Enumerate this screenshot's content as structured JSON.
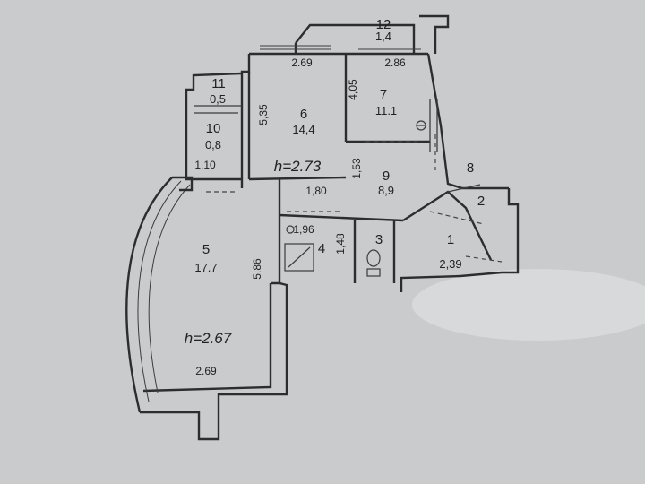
{
  "rooms": [
    {
      "id": "1",
      "number": "1",
      "area": "2,39"
    },
    {
      "id": "2",
      "number": "2",
      "area": ""
    },
    {
      "id": "3",
      "number": "3",
      "area": ""
    },
    {
      "id": "4",
      "number": "4",
      "area": ""
    },
    {
      "id": "5",
      "number": "5",
      "area": "17.7"
    },
    {
      "id": "6",
      "number": "6",
      "area": "14,4"
    },
    {
      "id": "7",
      "number": "7",
      "area": "11.1"
    },
    {
      "id": "8",
      "number": "8",
      "area": ""
    },
    {
      "id": "9",
      "number": "9",
      "area": "8,9"
    },
    {
      "id": "10",
      "number": "10",
      "area": "0,8"
    },
    {
      "id": "11",
      "number": "11",
      "area": "0,5"
    },
    {
      "id": "12",
      "number": "12",
      "area": "1,4"
    }
  ],
  "dimensions": {
    "d_269_top": "2.69",
    "d_286_top": "2.86",
    "d_535": "5,35",
    "d_405": "4,05",
    "d_110": "1,10",
    "d_153": "1,53",
    "d_180": "1,80",
    "d_196": "1,96",
    "d_148": "1,48",
    "d_586": "5.86",
    "d_269_bottom": "2.69"
  },
  "ceiling_heights": {
    "room6": "h=2.73",
    "room5": "h=2.67"
  }
}
